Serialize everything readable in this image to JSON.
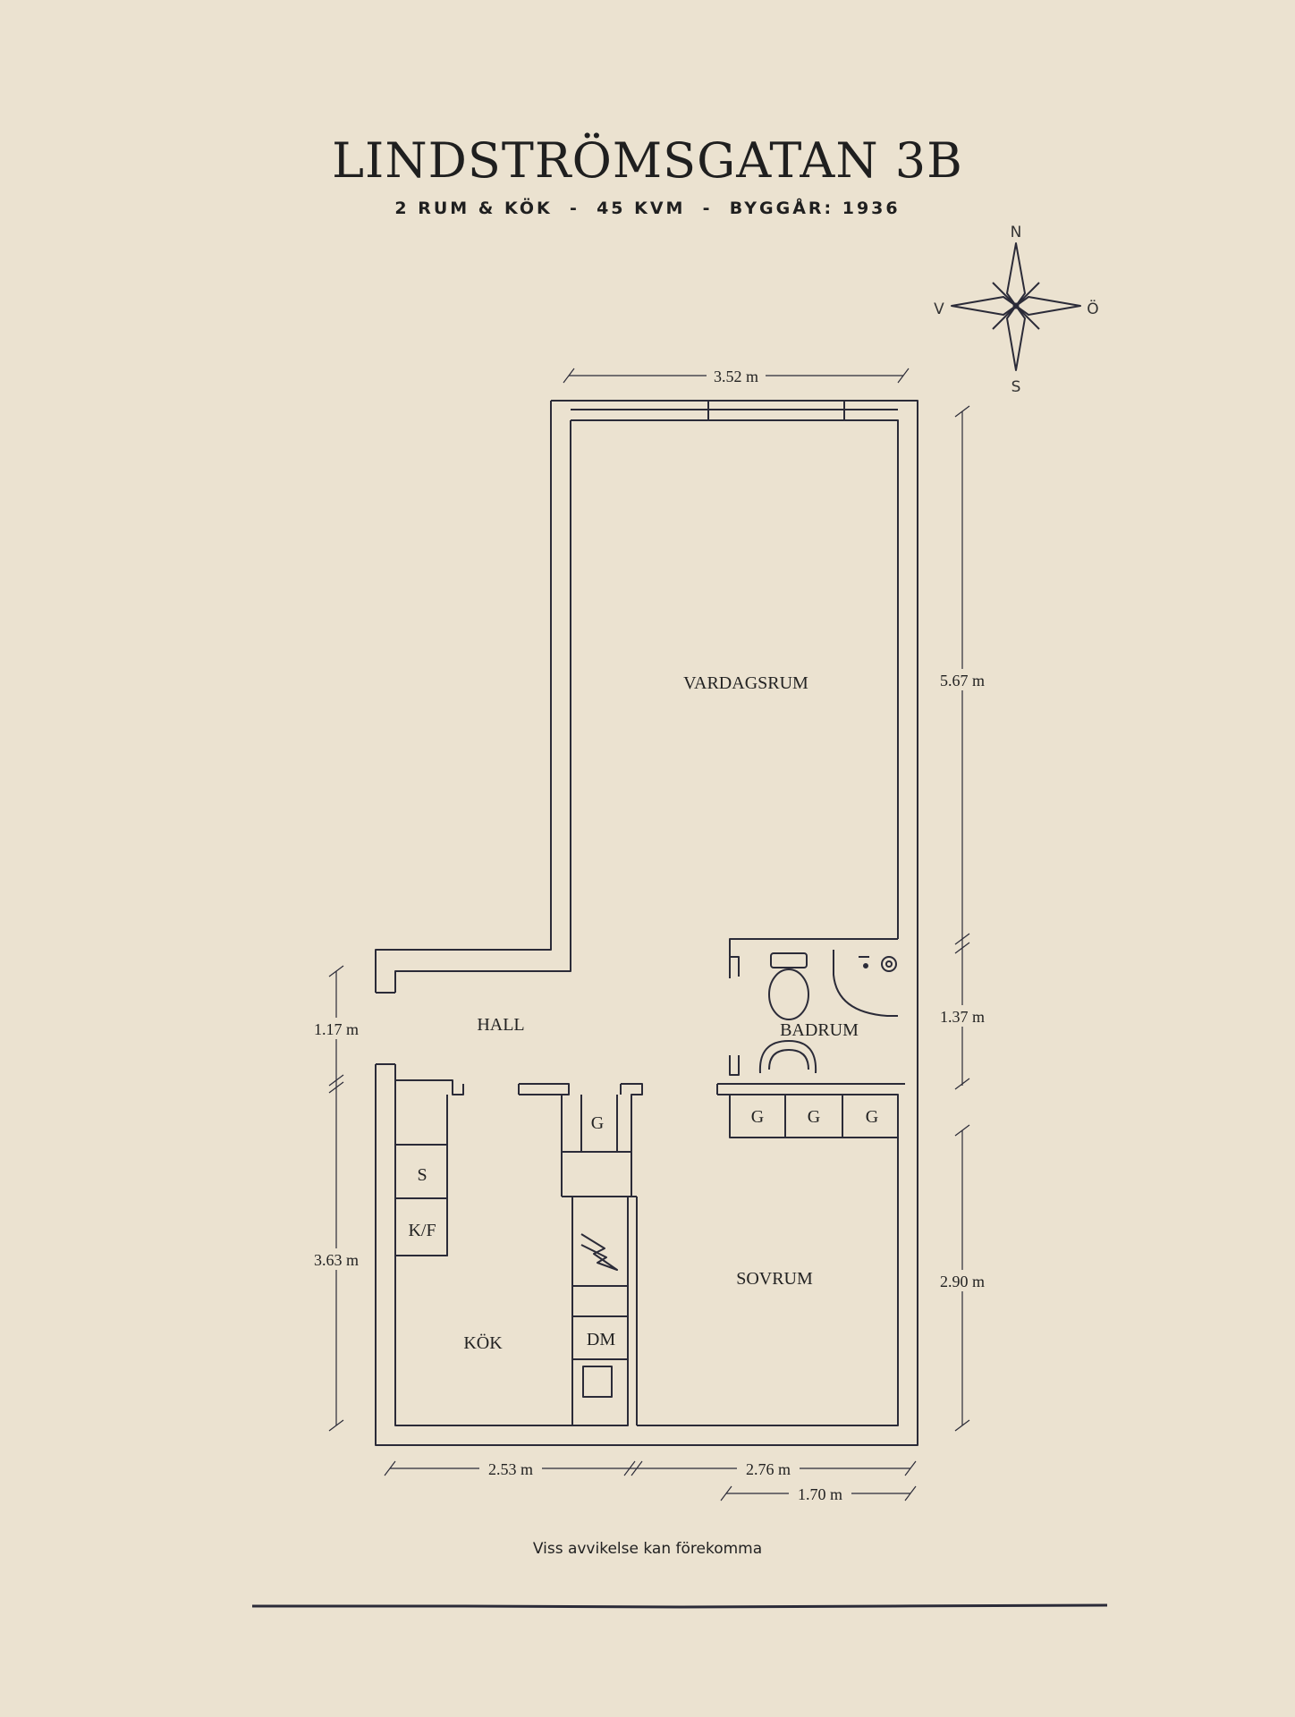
{
  "header": {
    "title": "LINDSTRÖMSGATAN 3B",
    "subtitle": "2 RUM & KÖK  -  45 KVM  -  BYGGÅR: 1936"
  },
  "compass": {
    "north": "N",
    "south": "S",
    "west": "V",
    "east": "Ö"
  },
  "rooms": {
    "vardagsrum": "VARDAGSRUM",
    "hall": "HALL",
    "badrum": "BADRUM",
    "sovrum": "SOVRUM",
    "kok": "KÖK"
  },
  "fixtures": {
    "g1": "G",
    "g2": "G",
    "g3": "G",
    "g4": "G",
    "stove": "S",
    "fridge": "K/F",
    "dishwasher": "DM"
  },
  "dimensions": {
    "top_width": "3.52 m",
    "right_living": "5.67 m",
    "right_bath": "1.37 m",
    "right_bed": "2.90 m",
    "left_hall": "1.17 m",
    "left_kitchen": "3.63 m",
    "bottom_kitchen": "2.53 m",
    "bottom_bed": "2.76 m",
    "bottom_small": "1.70 m"
  },
  "footer": {
    "note": "Viss avvikelse kan förekomma"
  },
  "colors": {
    "background": "#ebe2d0",
    "ink": "#2b2b38"
  }
}
